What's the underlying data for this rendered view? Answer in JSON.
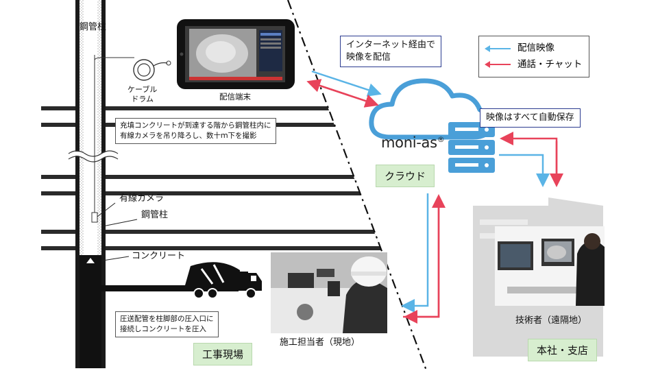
{
  "labels": {
    "steel_column_top": "鋼管柱",
    "cable_drum": "ケーブル\nドラム",
    "streaming_terminal": "配信端末",
    "wired_camera": "有線カメラ",
    "steel_column_mid": "鋼管柱",
    "concrete": "コンクリート",
    "site_worker": "施工担当者（現地）",
    "engineer": "技術者（遠隔地）",
    "service_name": "moni-as",
    "service_mark": "®"
  },
  "notes": {
    "camera_descent": [
      "充填コンクリートが到達する階から鋼管柱内に",
      "有線カメラを吊り降ろし、数十ｍ下を撮影"
    ],
    "pressure_pipe": [
      "圧送配管を柱脚部の圧入口に",
      "接続しコンクリートを圧入"
    ],
    "internet": [
      "インターネット経由で",
      "映像を配信"
    ],
    "auto_save": "映像はすべて自動保存"
  },
  "areas": {
    "site": "工事現場",
    "cloud": "クラウド",
    "office": "本社・支店"
  },
  "legend": {
    "video": "配信映像",
    "call": "通話・チャット"
  },
  "colors": {
    "video_arrow": "#5ab4e6",
    "call_arrow": "#e8435a",
    "cloud": "#4a9fd8",
    "area_label_bg": "#d7eecf",
    "box_border": "#2a3a8f"
  }
}
